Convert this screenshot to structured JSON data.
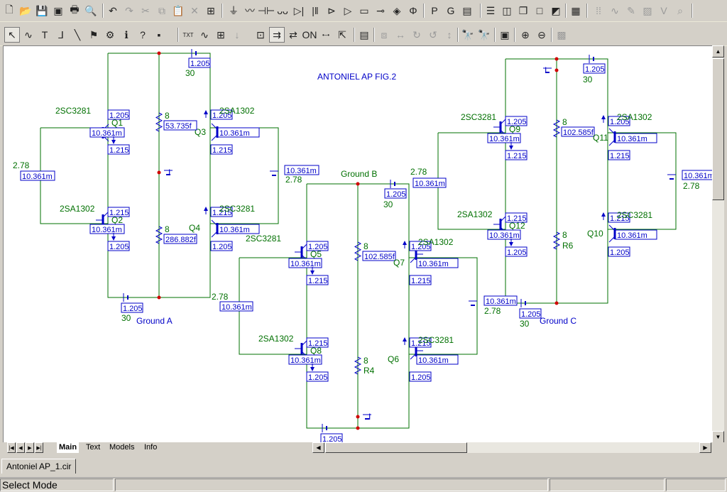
{
  "window": {
    "file_tab": "Antoniel AP_1.cir"
  },
  "status": {
    "mode": "Select Mode"
  },
  "tabs": [
    "Main",
    "Text",
    "Models",
    "Info"
  ],
  "toolbar1": [
    {
      "name": "new-icon",
      "glyph": "🗋"
    },
    {
      "name": "open-icon",
      "glyph": "📂"
    },
    {
      "name": "save-icon",
      "glyph": "💾"
    },
    {
      "name": "save-all-icon",
      "glyph": "▣"
    },
    {
      "name": "print-icon",
      "glyph": "🖶"
    },
    {
      "name": "print-preview-icon",
      "glyph": "🔍"
    },
    {
      "name": "undo-icon",
      "glyph": "↶"
    },
    {
      "name": "redo-icon",
      "glyph": "↷",
      "dis": true
    },
    {
      "name": "cut-icon",
      "glyph": "✂",
      "dis": true
    },
    {
      "name": "copy-icon",
      "glyph": "⧉",
      "dis": true
    },
    {
      "name": "paste-icon",
      "glyph": "📋",
      "dis": true
    },
    {
      "name": "delete-icon",
      "glyph": "✕",
      "dis": true
    },
    {
      "name": "select-all-icon",
      "glyph": "⊞"
    },
    {
      "name": "ground-icon",
      "glyph": "⏚"
    },
    {
      "name": "resistor-icon",
      "glyph": "〰"
    },
    {
      "name": "capacitor-icon",
      "glyph": "⊣⊢"
    },
    {
      "name": "inductor-icon",
      "glyph": "ᴗᴗ"
    },
    {
      "name": "diode-icon",
      "glyph": "▷|"
    },
    {
      "name": "battery-icon",
      "glyph": "|‖"
    },
    {
      "name": "transistor-icon",
      "glyph": "⊳"
    },
    {
      "name": "opamp-icon",
      "glyph": "▷"
    },
    {
      "name": "subcircuit-icon",
      "glyph": "▭"
    },
    {
      "name": "source-icon",
      "glyph": "⊸"
    },
    {
      "name": "current-icon",
      "glyph": "◈"
    },
    {
      "name": "voltage-icon",
      "glyph": "Φ"
    },
    {
      "name": "P-icon",
      "glyph": "P"
    },
    {
      "name": "G-icon",
      "glyph": "G"
    },
    {
      "name": "window-icon",
      "glyph": "▤"
    },
    {
      "name": "tile-horizontal-icon",
      "glyph": "☰"
    },
    {
      "name": "tile-vertical-icon",
      "glyph": "◫"
    },
    {
      "name": "cascade-icon",
      "glyph": "❐"
    },
    {
      "name": "maximize-icon",
      "glyph": "□"
    },
    {
      "name": "restore-icon",
      "glyph": "◩"
    },
    {
      "name": "calculator-icon",
      "glyph": "▦"
    },
    {
      "name": "grid-icon",
      "glyph": "⁞⁞",
      "dis": true
    },
    {
      "name": "wave-icon",
      "glyph": "∿",
      "dis": true
    },
    {
      "name": "probe-icon",
      "glyph": "✎",
      "dis": true
    },
    {
      "name": "picture-icon",
      "glyph": "▨",
      "dis": true
    },
    {
      "name": "vb-icon",
      "glyph": "V",
      "dis": true
    },
    {
      "name": "zoom-out-dis-icon",
      "glyph": "⌕",
      "dis": true
    }
  ],
  "toolbar2": [
    {
      "name": "select-arrow-icon",
      "glyph": "↖",
      "sel": true
    },
    {
      "name": "wire-icon",
      "glyph": "∿"
    },
    {
      "name": "text-icon",
      "glyph": "T"
    },
    {
      "name": "ortho-wire-icon",
      "glyph": "⅃"
    },
    {
      "name": "line-icon",
      "glyph": "╲"
    },
    {
      "name": "flag-icon",
      "glyph": "⚑"
    },
    {
      "name": "component-icon",
      "glyph": "⚙"
    },
    {
      "name": "info-icon",
      "glyph": "ℹ"
    },
    {
      "name": "help-icon",
      "glyph": "?"
    },
    {
      "name": "point-icon",
      "glyph": "▪"
    },
    {
      "name": "text-mode-icon",
      "glyph": "TXT"
    },
    {
      "name": "pin-icon",
      "glyph": "∿"
    },
    {
      "name": "node-icon",
      "glyph": "⊞"
    },
    {
      "name": "arrow-down-icon",
      "glyph": "↓",
      "dis": true
    },
    {
      "name": "attribute-icon",
      "glyph": "⊡"
    },
    {
      "name": "flow-icon",
      "glyph": "⇉",
      "sel": true
    },
    {
      "name": "reverse-icon",
      "glyph": "⇄"
    },
    {
      "name": "on-icon",
      "glyph": "ON"
    },
    {
      "name": "pin-connect-icon",
      "glyph": "•–•"
    },
    {
      "name": "pointer-icon",
      "glyph": "⇱"
    },
    {
      "name": "properties-icon",
      "glyph": "▤"
    },
    {
      "name": "group-icon",
      "glyph": "⧈",
      "dis": true
    },
    {
      "name": "mirror-icon",
      "glyph": "↔",
      "dis": true
    },
    {
      "name": "rotate-icon",
      "glyph": "↻",
      "dis": true
    },
    {
      "name": "rotate2-icon",
      "glyph": "↺",
      "dis": true
    },
    {
      "name": "flip-icon",
      "glyph": "↕",
      "dis": true
    },
    {
      "name": "find-icon",
      "glyph": "🔭"
    },
    {
      "name": "binoculars-icon",
      "glyph": "🔭"
    },
    {
      "name": "display-icon",
      "glyph": "▣"
    },
    {
      "name": "zoom-in-icon",
      "glyph": "⊕"
    },
    {
      "name": "zoom-out-icon",
      "glyph": "⊖"
    },
    {
      "name": "camera-icon",
      "glyph": "▩",
      "dis": true
    }
  ],
  "colors": {
    "wire": "#007000",
    "comp": "#0000c8",
    "label": "#007000",
    "node": "#d00000"
  },
  "circuit": {
    "title": "ANTONIEL AP FIG.2",
    "grounds": [
      "Ground A",
      "Ground B",
      "Ground C"
    ],
    "transistors": [
      "Q1",
      "Q2",
      "Q3",
      "Q4",
      "Q5",
      "Q6",
      "Q7",
      "Q8",
      "Q9",
      "Q10",
      "Q11",
      "Q12"
    ],
    "models": [
      "2SC3281",
      "2SA1302"
    ],
    "labels": [
      "30",
      "8",
      "2.78",
      "R4",
      "R6"
    ],
    "readouts": [
      "1.205",
      "10.361m",
      "1.215",
      "53.735f",
      "286.882f",
      "102.585f"
    ],
    "current_mark": "I"
  }
}
